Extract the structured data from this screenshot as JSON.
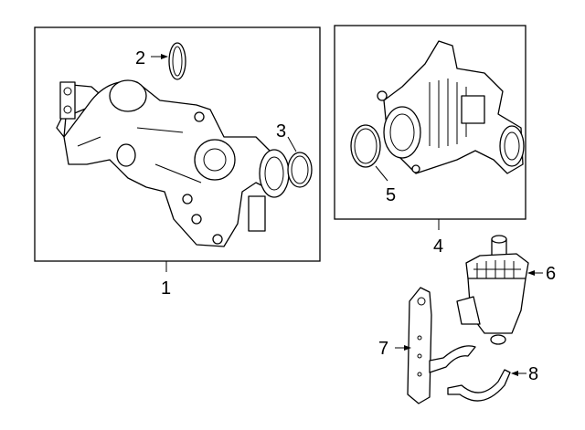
{
  "diagram": {
    "callouts": [
      {
        "id": "1",
        "label": "1"
      },
      {
        "id": "2",
        "label": "2"
      },
      {
        "id": "3",
        "label": "3"
      },
      {
        "id": "4",
        "label": "4"
      },
      {
        "id": "5",
        "label": "5"
      },
      {
        "id": "6",
        "label": "6"
      },
      {
        "id": "7",
        "label": "7"
      },
      {
        "id": "8",
        "label": "8"
      }
    ],
    "line_color": "#000000",
    "background": "#ffffff"
  }
}
